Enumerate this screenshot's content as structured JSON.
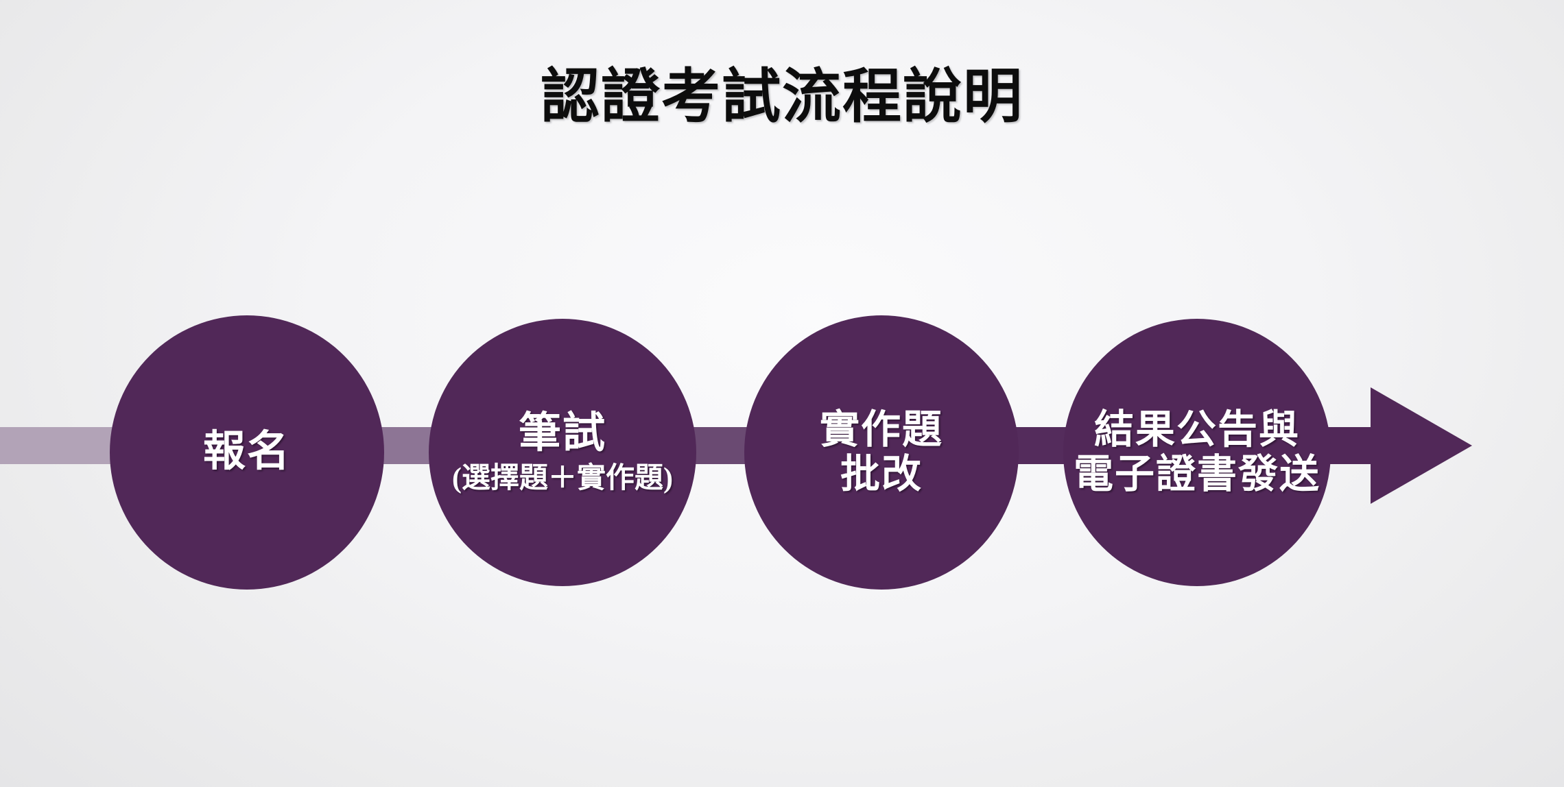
{
  "slide": {
    "title": "認證考試流程說明",
    "background_color": "#f1f1f3",
    "accent_color": "#512858",
    "text_color_on_accent": "#ffffff"
  },
  "flow": {
    "direction": "left-to-right",
    "arrow_color": "#512858",
    "connectors": [
      {
        "name": "lead-in-bar",
        "color": "#b2a3b7"
      },
      {
        "name": "connector-1-2",
        "color": "#8d7595"
      },
      {
        "name": "connector-2-3",
        "color": "#6a4a72"
      },
      {
        "name": "connector-3-4",
        "color": "#542c5c"
      }
    ],
    "steps": [
      {
        "index": 1,
        "main": "報名",
        "main_lines": [
          "報名"
        ],
        "sub": "",
        "color": "#512858"
      },
      {
        "index": 2,
        "main": "筆試",
        "main_lines": [
          "筆試"
        ],
        "sub": "(選擇題＋實作題)",
        "color": "#512858"
      },
      {
        "index": 3,
        "main": "實作題批改",
        "main_lines": [
          "實作題",
          "批改"
        ],
        "sub": "",
        "color": "#512858"
      },
      {
        "index": 4,
        "main": "結果公告與電子證書發送",
        "main_lines": [
          "結果公告與",
          "電子證書發送"
        ],
        "sub": "",
        "color": "#512858"
      }
    ]
  }
}
